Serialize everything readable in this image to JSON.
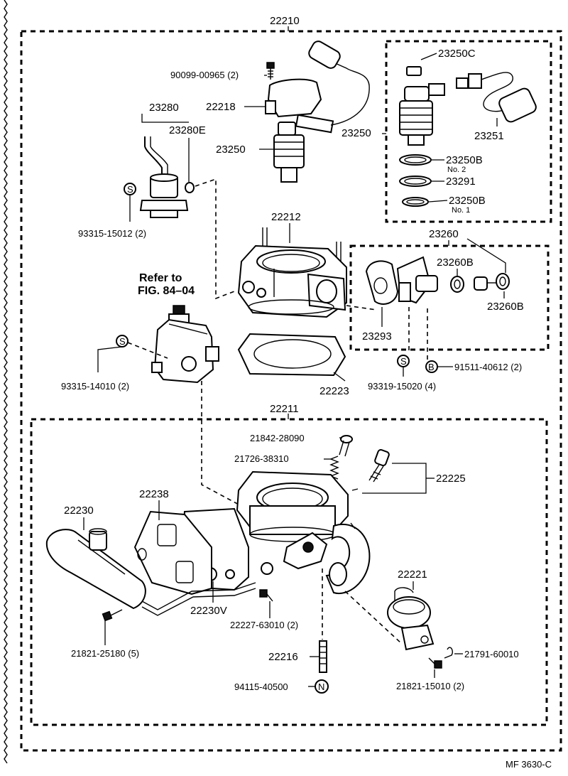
{
  "diagram": {
    "footer_code": "MF 3630-C",
    "groups": {
      "assembly": "22210",
      "throttle_body_assembly": "22211",
      "group_23250": "23250",
      "group_23260": "23260"
    },
    "labels": {
      "p_90099": "90099-00965 (2)",
      "p_23250C": "23250C",
      "p_22218": "22218",
      "p_23280": "23280",
      "p_23280E": "23280E",
      "p_23250_main": "23250",
      "p_23250_left": "23250",
      "p_23251": "23251",
      "p_23250B_1": "23250B",
      "p_no2": "No. 2",
      "p_23291": "23291",
      "p_23250B_2": "23250B",
      "p_no1": "No. 1",
      "p_93315_15012": "93315-15012 (2)",
      "p_22212": "22212",
      "p_23260B_1": "23260B",
      "p_23260B_2": "23260B",
      "p_refer": "Refer to",
      "p_fig": "FIG. 84–04",
      "p_23293": "23293",
      "p_93315_14010": "93315-14010 (2)",
      "p_22223": "22223",
      "p_93319": "93319-15020 (4)",
      "p_91511": "91511-40612 (2)",
      "p_21842": "21842-28090",
      "p_21726": "21726-38310",
      "p_22225": "22225",
      "p_22238": "22238",
      "p_22230": "22230",
      "p_22221": "22221",
      "p_22230V": "22230V",
      "p_22227": "22227-63010 (2)",
      "p_21821_25180": "21821-25180 (5)",
      "p_22216": "22216",
      "p_21791": "21791-60010",
      "p_94115": "94115-40500",
      "p_21821_15010": "21821-15010 (2)"
    },
    "symbols": {
      "s": "S",
      "b": "B",
      "n": "N"
    }
  }
}
